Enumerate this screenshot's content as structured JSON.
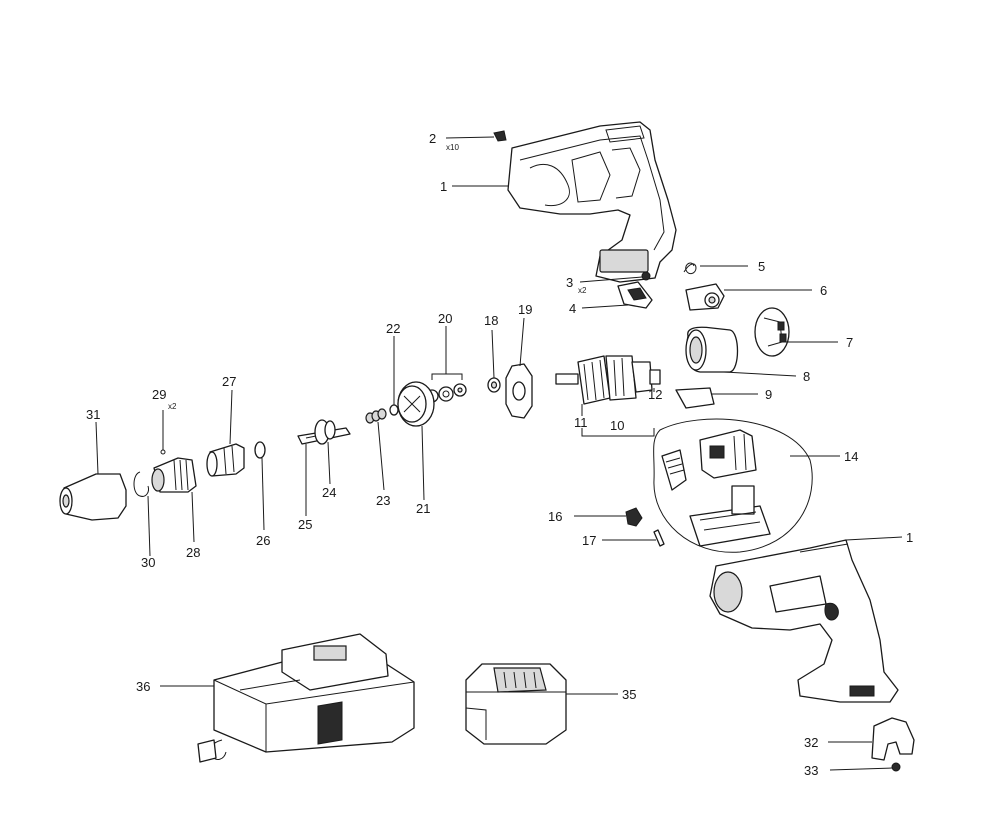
{
  "diagram": {
    "callouts": {
      "c1a": "1",
      "c1b": "1",
      "c2": "2",
      "c3": "3",
      "c4": "4",
      "c5": "5",
      "c6": "6",
      "c7": "7",
      "c8": "8",
      "c9": "9",
      "c10": "10",
      "c11": "11",
      "c12": "12",
      "c14": "14",
      "c16": "16",
      "c17": "17",
      "c18": "18",
      "c19": "19",
      "c20": "20",
      "c21": "21",
      "c22": "22",
      "c23": "23",
      "c24": "24",
      "c25": "25",
      "c26": "26",
      "c27": "27",
      "c28": "28",
      "c29": "29",
      "c30": "30",
      "c31": "31",
      "c32": "32",
      "c33": "33",
      "c35": "35",
      "c36": "36"
    },
    "quantities": {
      "q2": "x10",
      "q3": "x2",
      "q29": "x2"
    }
  }
}
